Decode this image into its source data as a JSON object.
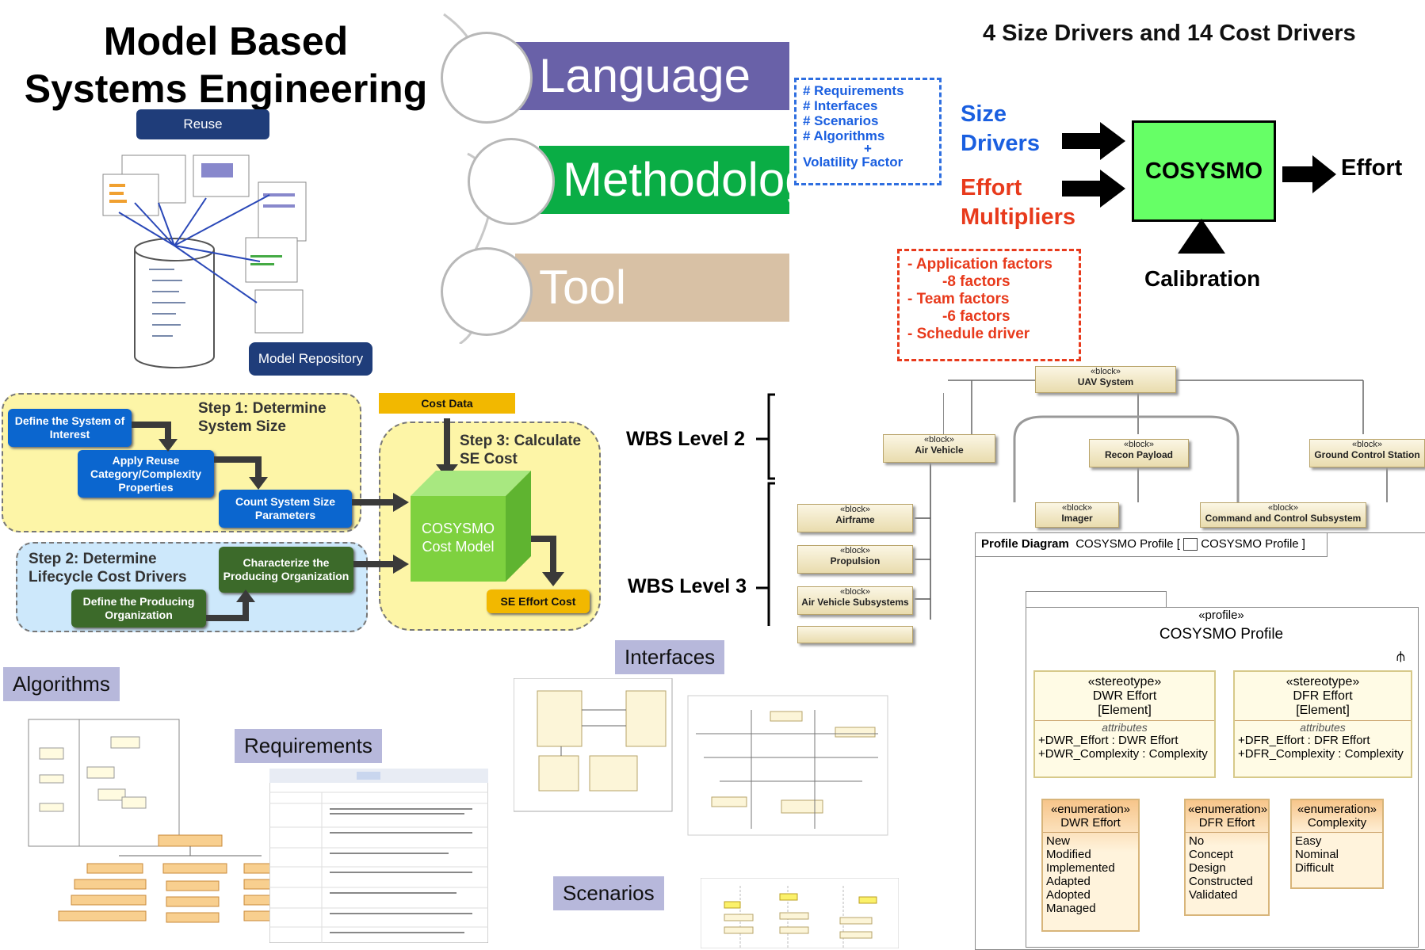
{
  "mbse": {
    "title_line1": "Model Based",
    "title_line2": "Systems Engineering",
    "reuse_label": "Reuse",
    "repo_label": "Model Repository",
    "bands": [
      "Language",
      "Methodology",
      "Tool"
    ],
    "band_colors": [
      "#6961a8",
      "#0aad45",
      "#d8c1a5"
    ]
  },
  "cosysmo": {
    "header": "4 Size Drivers and 14 Cost Drivers",
    "size_items": [
      "# Requirements",
      "# Interfaces",
      "# Scenarios",
      "# Algorithms",
      "+",
      "Volatility Factor"
    ],
    "size_label_1": "Size",
    "size_label_2": "Drivers",
    "effort_label_1": "Effort",
    "effort_label_2": "Multipliers",
    "effort_items": [
      "- Application factors",
      "-8 factors",
      "- Team factors",
      "-6 factors",
      "- Schedule driver"
    ],
    "model_label": "COSYSMO",
    "output_label": "Effort",
    "calibration_label": "Calibration",
    "model_color": "#66ff66"
  },
  "steps": {
    "cost_data": "Cost Data",
    "step1": "Step 1: Determine System Size",
    "step2": "Step 2: Determine Lifecycle Cost Drivers",
    "step3": "Step 3: Calculate SE Cost",
    "define_system": "Define the System of Interest",
    "apply_reuse": "Apply Reuse Category/Complexity Properties",
    "count_size": "Count System Size Parameters",
    "characterize_org": "Characterize the Producing Organization",
    "define_org": "Define the Producing Organization",
    "cube_line1": "COSYSMO",
    "cube_line2": "Cost Model",
    "se_effort_cost": "SE Effort Cost"
  },
  "wbs": {
    "level2": "WBS Level 2",
    "level3": "WBS Level 3",
    "stereotype": "«block»",
    "blocks": {
      "uav": "UAV System",
      "air_vehicle": "Air Vehicle",
      "recon": "Recon Payload",
      "gcs": "Ground Control Station",
      "imager": "Imager",
      "cmd_ctrl": "Command and Control Subsystem",
      "airframe": "Airframe",
      "propulsion": "Propulsion",
      "av_subsystems": "Air Vehicle Subsystems"
    }
  },
  "profile": {
    "header_kind": "Profile Diagram",
    "header_name": "COSYSMO Profile [",
    "header_name2": "COSYSMO Profile ]",
    "stereo_profile": "«profile»",
    "profile_name": "COSYSMO Profile",
    "stereotypes": [
      {
        "st": "«stereotype»",
        "name": "DWR Effort",
        "meta": "[Element]",
        "attr_hdr": "attributes",
        "attrs": [
          "+DWR_Effort : DWR Effort",
          "+DWR_Complexity : Complexity"
        ]
      },
      {
        "st": "«stereotype»",
        "name": "DFR Effort",
        "meta": "[Element]",
        "attr_hdr": "attributes",
        "attrs": [
          "+DFR_Effort : DFR Effort",
          "+DFR_Complexity : Complexity"
        ]
      }
    ],
    "enumerations": [
      {
        "st": "«enumeration»",
        "name": "DWR Effort",
        "items": [
          "New",
          "Modified",
          "Implemented",
          "Adapted",
          "Adopted",
          "Managed"
        ]
      },
      {
        "st": "«enumeration»",
        "name": "DFR Effort",
        "items": [
          "No",
          "Concept",
          "Design",
          "Constructed",
          "Validated"
        ]
      },
      {
        "st": "«enumeration»",
        "name": "Complexity",
        "items": [
          "Easy",
          "Nominal",
          "Difficult"
        ]
      }
    ]
  },
  "tags": {
    "algorithms": "Algorithms",
    "requirements": "Requirements",
    "interfaces": "Interfaces",
    "scenarios": "Scenarios"
  }
}
